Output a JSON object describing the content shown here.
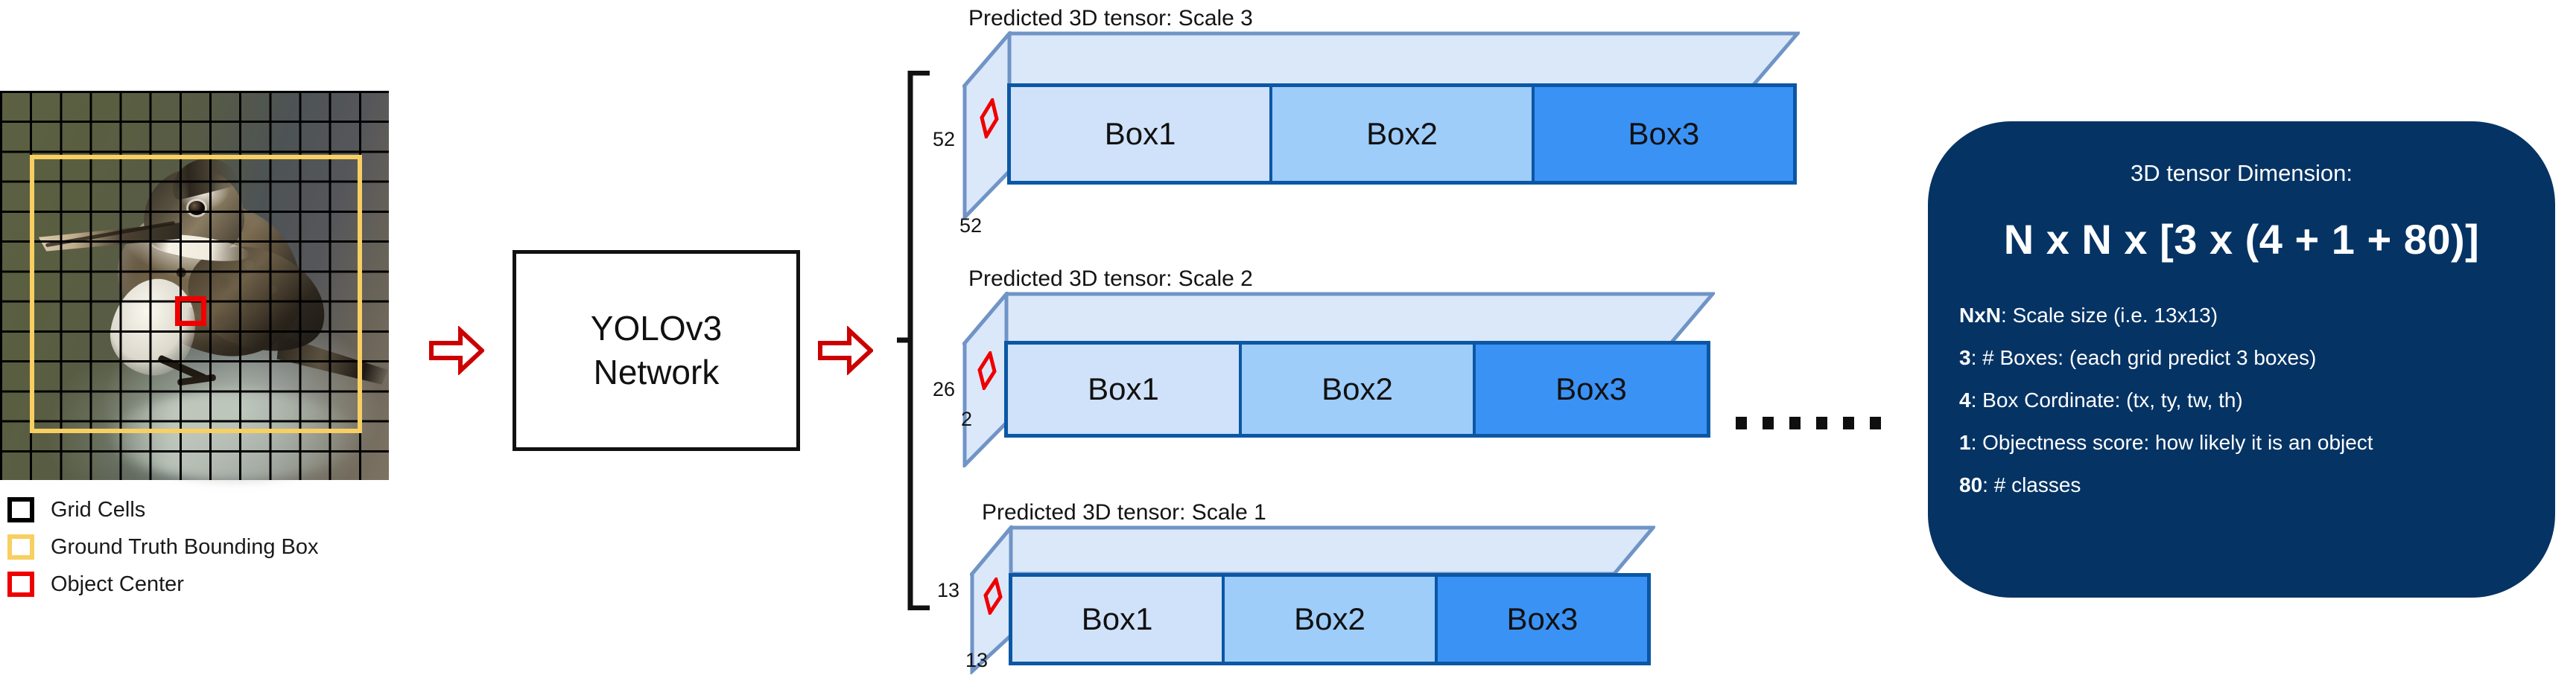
{
  "input": {
    "image_alt": "pied-kingfisher-photo-with-grid",
    "grid_size": 13
  },
  "legend": {
    "items": [
      {
        "swatch": "black",
        "label": "Grid Cells"
      },
      {
        "swatch": "yellow",
        "label": "Ground Truth Bounding Box"
      },
      {
        "swatch": "red",
        "label": "Object Center"
      }
    ]
  },
  "network": {
    "line1": "YOLOv3",
    "line2": "Network",
    "input_arrow": "arrow-right-red",
    "output_arrow": "arrow-right-red"
  },
  "tensors": [
    {
      "title": "Predicted 3D tensor: Scale 3",
      "dim_left": "52",
      "dim_bottom": "52",
      "cells": [
        "Box1",
        "Box2",
        "Box3"
      ]
    },
    {
      "title": "Predicted 3D tensor: Scale 2",
      "dim_left": "26",
      "dim_bottom": "2",
      "cells": [
        "Box1",
        "Box2",
        "Box3"
      ]
    },
    {
      "title": "Predicted 3D tensor: Scale 1",
      "dim_left": "13",
      "dim_bottom": "13",
      "cells": [
        "Box1",
        "Box2",
        "Box3"
      ]
    }
  ],
  "ellipsis": {
    "dot_count": 6
  },
  "info_panel": {
    "title": "3D tensor Dimension:",
    "formula": "N x N x [3 x (4 + 1 + 80)]",
    "items": [
      {
        "key": "NxN",
        "text": ": Scale size (i.e. 13x13)"
      },
      {
        "key": "3",
        "text": ": # Boxes: (each grid predict 3 boxes)"
      },
      {
        "key": "4",
        "text": ": Box Cordinate: (tx, ty, tw, th)"
      },
      {
        "key": "1",
        "text": ": Objectness score: how likely it is an object"
      },
      {
        "key": "80",
        "text": ": # classes"
      }
    ]
  },
  "colors": {
    "panel_bg": "#053364",
    "arrow_red": "#cc0000",
    "object_center": "#ef0000",
    "gt_box": "#f7cf62",
    "box1": "#cfe2f9",
    "box2": "#9ecdfa",
    "box3": "#3b92f5",
    "tensor_edge": "#0b57a4"
  }
}
